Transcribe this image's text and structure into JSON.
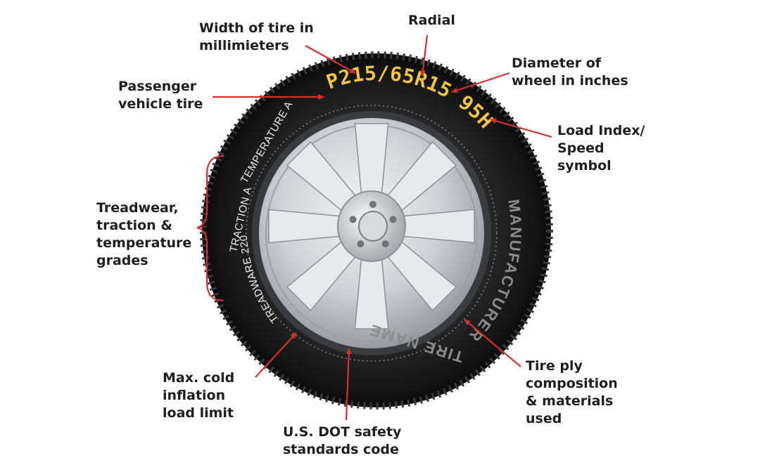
{
  "tire_code": "P215/65R15 95H",
  "sidewall": {
    "temperature": "TEMPERATURE A",
    "traction": "TRACTION A",
    "treadwear": "TREADWARE 220",
    "manufacturer": "MANUFACTURER",
    "tire_name": "TIRE NAME"
  },
  "labels": {
    "radial": [
      "Radial"
    ],
    "width": [
      "Width of tire in",
      "millimieters"
    ],
    "diameter": [
      "Diameter of",
      "wheel in inches"
    ],
    "passenger": [
      "Passenger",
      "vehicle tire"
    ],
    "load_speed": [
      "Load Index/",
      "Speed",
      "symbol"
    ],
    "grades": [
      "Treadwear,",
      "traction &",
      "temperature",
      "grades"
    ],
    "inflation": [
      "Max. cold",
      "inflation",
      "load limit"
    ],
    "dot": [
      "U.S. DOT safety",
      "standards code"
    ],
    "ply": [
      "Tire ply",
      "composition",
      "& materials",
      "used"
    ]
  },
  "colors": {
    "arrow": "#d0312d",
    "tire_code": "#f4c542",
    "tire": "#1c1c1c",
    "rim": "#c9ccd0"
  }
}
